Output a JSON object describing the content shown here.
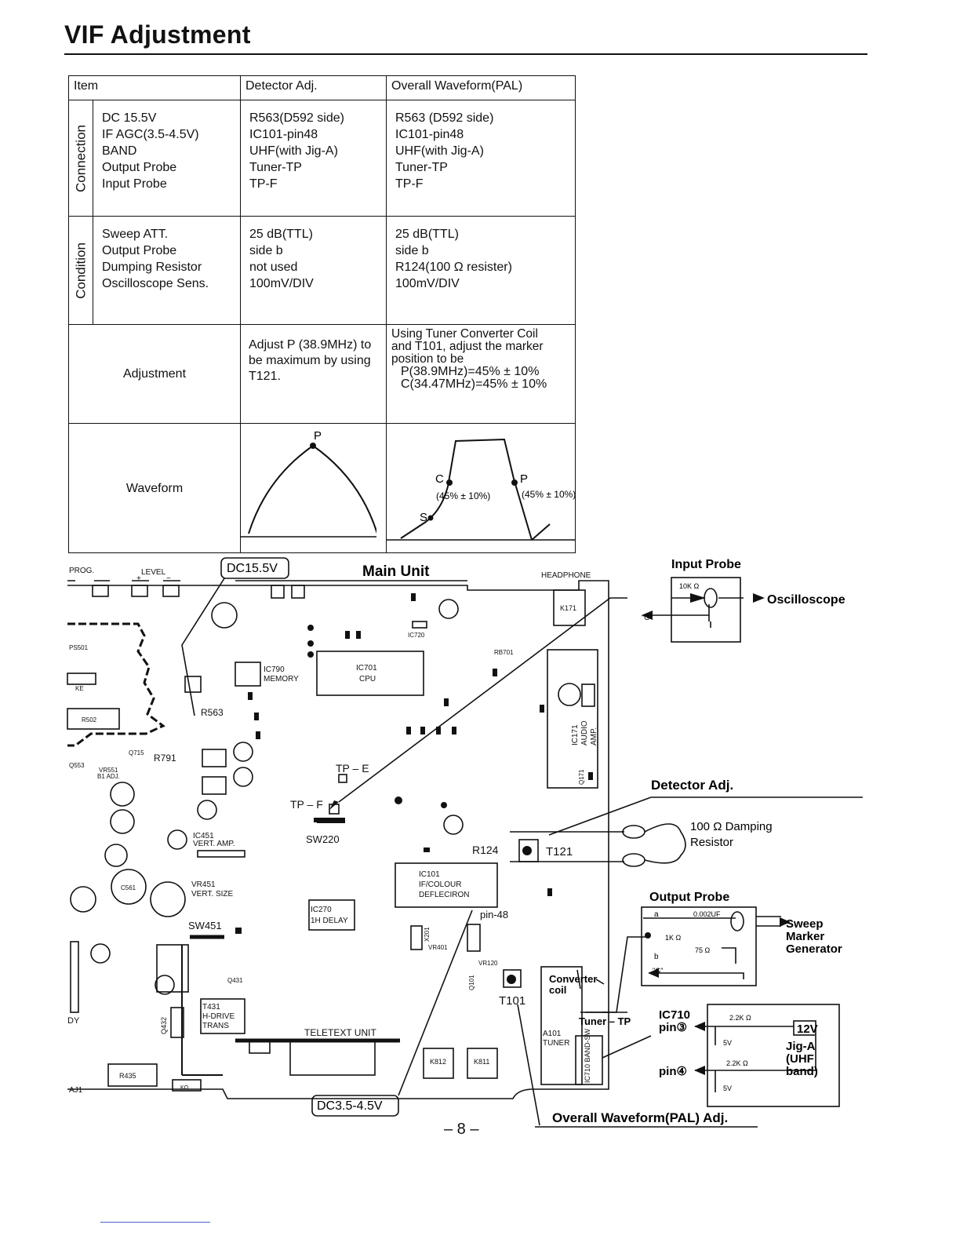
{
  "page": {
    "title": "VIF Adjustment",
    "page_number": "– 8 –"
  },
  "table": {
    "headers": {
      "item": "Item",
      "detector": "Detector Adj.",
      "overall": "Overall Waveform(PAL)"
    },
    "connection": {
      "label": "Connection",
      "items": [
        "DC 15.5V",
        "IF AGC(3.5-4.5V)",
        "BAND",
        "Output Probe",
        "Input Probe"
      ],
      "detector": [
        "R563(D592 side)",
        "IC101-pin48",
        "UHF(with Jig-A)",
        "Tuner-TP",
        "TP-F"
      ],
      "overall": [
        "R563 (D592 side)",
        "IC101-pin48",
        "UHF(with Jig-A)",
        "Tuner-TP",
        "TP-F"
      ]
    },
    "condition": {
      "label": "Condition",
      "items": [
        "Sweep ATT.",
        "Output Probe",
        "Dumping Resistor",
        "Oscilloscope Sens."
      ],
      "detector": [
        "25 dB(TTL)",
        "side b",
        "not used",
        "100mV/DIV"
      ],
      "overall": [
        "25 dB(TTL)",
        "side b",
        "R124(100 Ω resister)",
        "100mV/DIV"
      ]
    },
    "adjustment": {
      "label": "Adjustment",
      "detector": [
        "Adjust P (38.9MHz) to",
        "be maximum by using",
        "T121."
      ],
      "overall": [
        "Using Tuner Converter Coil",
        "and T101, adjust the marker",
        "position to be"
      ],
      "overall_values": [
        "P(38.9MHz)=45% ± 10%",
        "C(34.47MHz)=45% ± 10%"
      ]
    },
    "waveform": {
      "label": "Waveform",
      "detector_marker": "P",
      "overall_markers": {
        "c": "C",
        "p": "P",
        "s": "S",
        "c_pct": "(45% ± 10%)",
        "p_pct": "(45% ± 10%)"
      }
    }
  },
  "schematic": {
    "top_labels": {
      "prog": "PROG.",
      "level": "LEVEL",
      "plus": "+",
      "minus": "−"
    },
    "dc155": "DC15.5V",
    "main_unit": "Main Unit",
    "headphone": "HEADPHONE",
    "k171": "K171",
    "ic720": "IC720",
    "rb701": "RB701",
    "ic701": [
      "IC701",
      "CPU"
    ],
    "ic790": [
      "IC790",
      "MEMORY"
    ],
    "ps501": "PS501",
    "ke": "KE",
    "r502": "R502",
    "r563": "R563",
    "q715": "Q715",
    "q553": "Q553",
    "vr551": [
      "VR551",
      "B1 ADJ."
    ],
    "r791": "R791",
    "tpe": "TP – E",
    "tpf": "TP – F",
    "sw220": "SW220",
    "ic171": [
      "IC171",
      "AUDIO",
      "AMP."
    ],
    "q171": "Q171",
    "ic451": [
      "IC451",
      "VERT. AMP."
    ],
    "vr451": [
      "VR451",
      "VERT. SIZE"
    ],
    "c561": "C561",
    "sw451": "SW451",
    "ic270": [
      "IC270",
      "1H DELAY"
    ],
    "ic101": [
      "IC101",
      "IF/COLOUR",
      "DEFLECIRON"
    ],
    "pin48": "pin-48",
    "r124": "R124",
    "t121": "T121",
    "x201": "X201",
    "vr401": "VR401",
    "vr120": "VR120",
    "q101": "Q101",
    "t101": "T101",
    "q431": "Q431",
    "q432": "Q432",
    "t431": [
      "T431",
      "H-DRIVE",
      "TRANS"
    ],
    "teletext": "TELETEXT UNIT",
    "k812": "K812",
    "k811": "K811",
    "r435": "R435",
    "ko": "KO",
    "dy": "DY",
    "aj1": "AJ1",
    "dc35": "DC3.5-4.5V",
    "converter": [
      "Converter",
      "coil"
    ],
    "a101": [
      "A101",
      "TUNER"
    ],
    "band_sw": "IC710 BAND-SW",
    "tuner_tp": "Tuner – TP",
    "overall_adj": "Overall Waveform(PAL) Adj.",
    "detector_adj": "Detector Adj."
  },
  "input_probe": {
    "title": "Input Probe",
    "resistor": "10K Ω",
    "ground": "\"G\"",
    "oscilloscope": "Oscilloscope"
  },
  "damping": {
    "line1": "100 Ω Damping",
    "line2": "Resistor"
  },
  "output_probe": {
    "title": "Output Probe",
    "a": "a",
    "b": "b",
    "cap": "0.002UF",
    "r1": "1K Ω",
    "r2": "75 Ω",
    "ground": "\"G\"",
    "sweep": [
      "Sweep",
      "Marker",
      "Generator"
    ]
  },
  "jig": {
    "ic710": "IC710",
    "pin3": "pin③",
    "pin4": "pin④",
    "r1": "2.2K Ω",
    "r2": "2.2K Ω",
    "z1": "5V",
    "z2": "5V",
    "v12": "12V",
    "label": [
      "Jig-A",
      "(UHF",
      "band)"
    ]
  }
}
